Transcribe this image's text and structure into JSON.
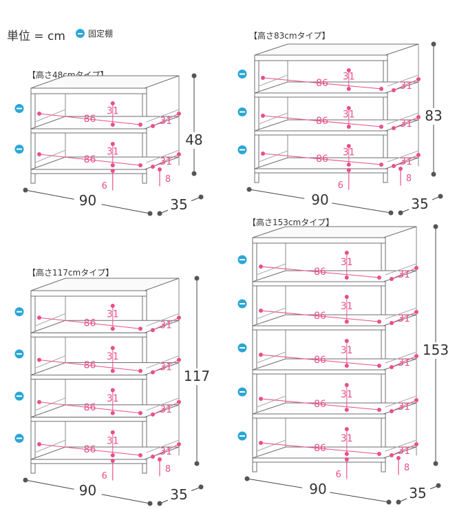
{
  "header": {
    "unit_label": "単位 = cm",
    "legend_label": "固定棚",
    "legend_icon": "fixed-shelf-icon",
    "accent_color": "#e8508a",
    "legend_color": "#2aa6d6"
  },
  "racks": [
    {
      "id": "rack-48",
      "title": "【高さ48cmタイプ】",
      "height_label": "48",
      "width_label": "90",
      "depth_label": "35",
      "levels": 2,
      "inner_width_label": "86",
      "inner_depth_label": "31",
      "shelf_gap_label": "31",
      "leg_label": "6",
      "foot_label": "8"
    },
    {
      "id": "rack-83",
      "title": "【高さ83cmタイプ】",
      "height_label": "83",
      "width_label": "90",
      "depth_label": "35",
      "levels": 3,
      "inner_width_label": "86",
      "inner_depth_label": "31",
      "shelf_gap_label": "31",
      "leg_label": "6",
      "foot_label": "8"
    },
    {
      "id": "rack-117",
      "title": "【高さ117cmタイプ】",
      "height_label": "117",
      "width_label": "90",
      "depth_label": "35",
      "levels": 4,
      "inner_width_label": "86",
      "inner_depth_label": "31",
      "shelf_gap_label": "31",
      "leg_label": "6",
      "foot_label": "8"
    },
    {
      "id": "rack-153",
      "title": "【高さ153cmタイプ】",
      "height_label": "153",
      "width_label": "90",
      "depth_label": "35",
      "levels": 5,
      "inner_width_label": "86",
      "inner_depth_label": "31",
      "shelf_gap_label": "31",
      "leg_label": "6",
      "foot_label": "8"
    }
  ]
}
